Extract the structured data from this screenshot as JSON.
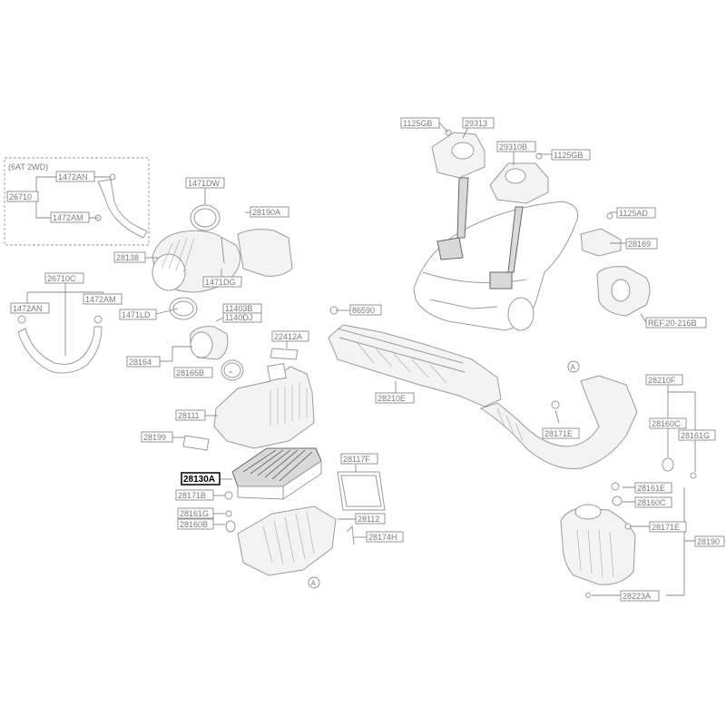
{
  "group": {
    "title": "(6AT 2WD)"
  },
  "labels": {
    "L1125GB_top": "1125GB",
    "L29313": "29313",
    "L29310B": "29310B",
    "L1125GB_right": "1125GB",
    "L1125AD": "1125AD",
    "L28169": "28169",
    "LREF": "REF.20-216B",
    "L1472AN_a": "1472AN",
    "L26710": "26710",
    "L1472AM_a": "1472AM",
    "L1471DW": "1471DW",
    "L28190A": "28190A",
    "L28138": "28138",
    "L1471DG": "1471DG",
    "L26710C": "26710C",
    "L1472AN_b": "1472AN",
    "L1472AM_b": "1472AM",
    "L1471LD": "1471LD",
    "L11403B": "11403B",
    "L1140DJ": "1140DJ",
    "L86590": "86590",
    "L22412A": "22412A",
    "L28164": "28164",
    "L28165B": "28165B",
    "L28210E": "28210E",
    "L28111": "28111",
    "L28199": "28199",
    "L28130A": "28130A",
    "L28117F": "28117F",
    "L28171B": "28171B",
    "L28161G": "28161G",
    "L28160B": "28160B",
    "L28112": "28112",
    "L28174H": "28174H",
    "L28210F": "28210F",
    "L28171E_a": "28171E",
    "L28160C_a": "28160C",
    "L28161G_b": "28161G",
    "L28161E": "28161E",
    "L28160C_b": "28160C",
    "L28171E_b": "28171E",
    "L28190": "28190",
    "L28223A": "28223A"
  },
  "refs": {
    "A_bottom": "A",
    "A_top": "A"
  }
}
